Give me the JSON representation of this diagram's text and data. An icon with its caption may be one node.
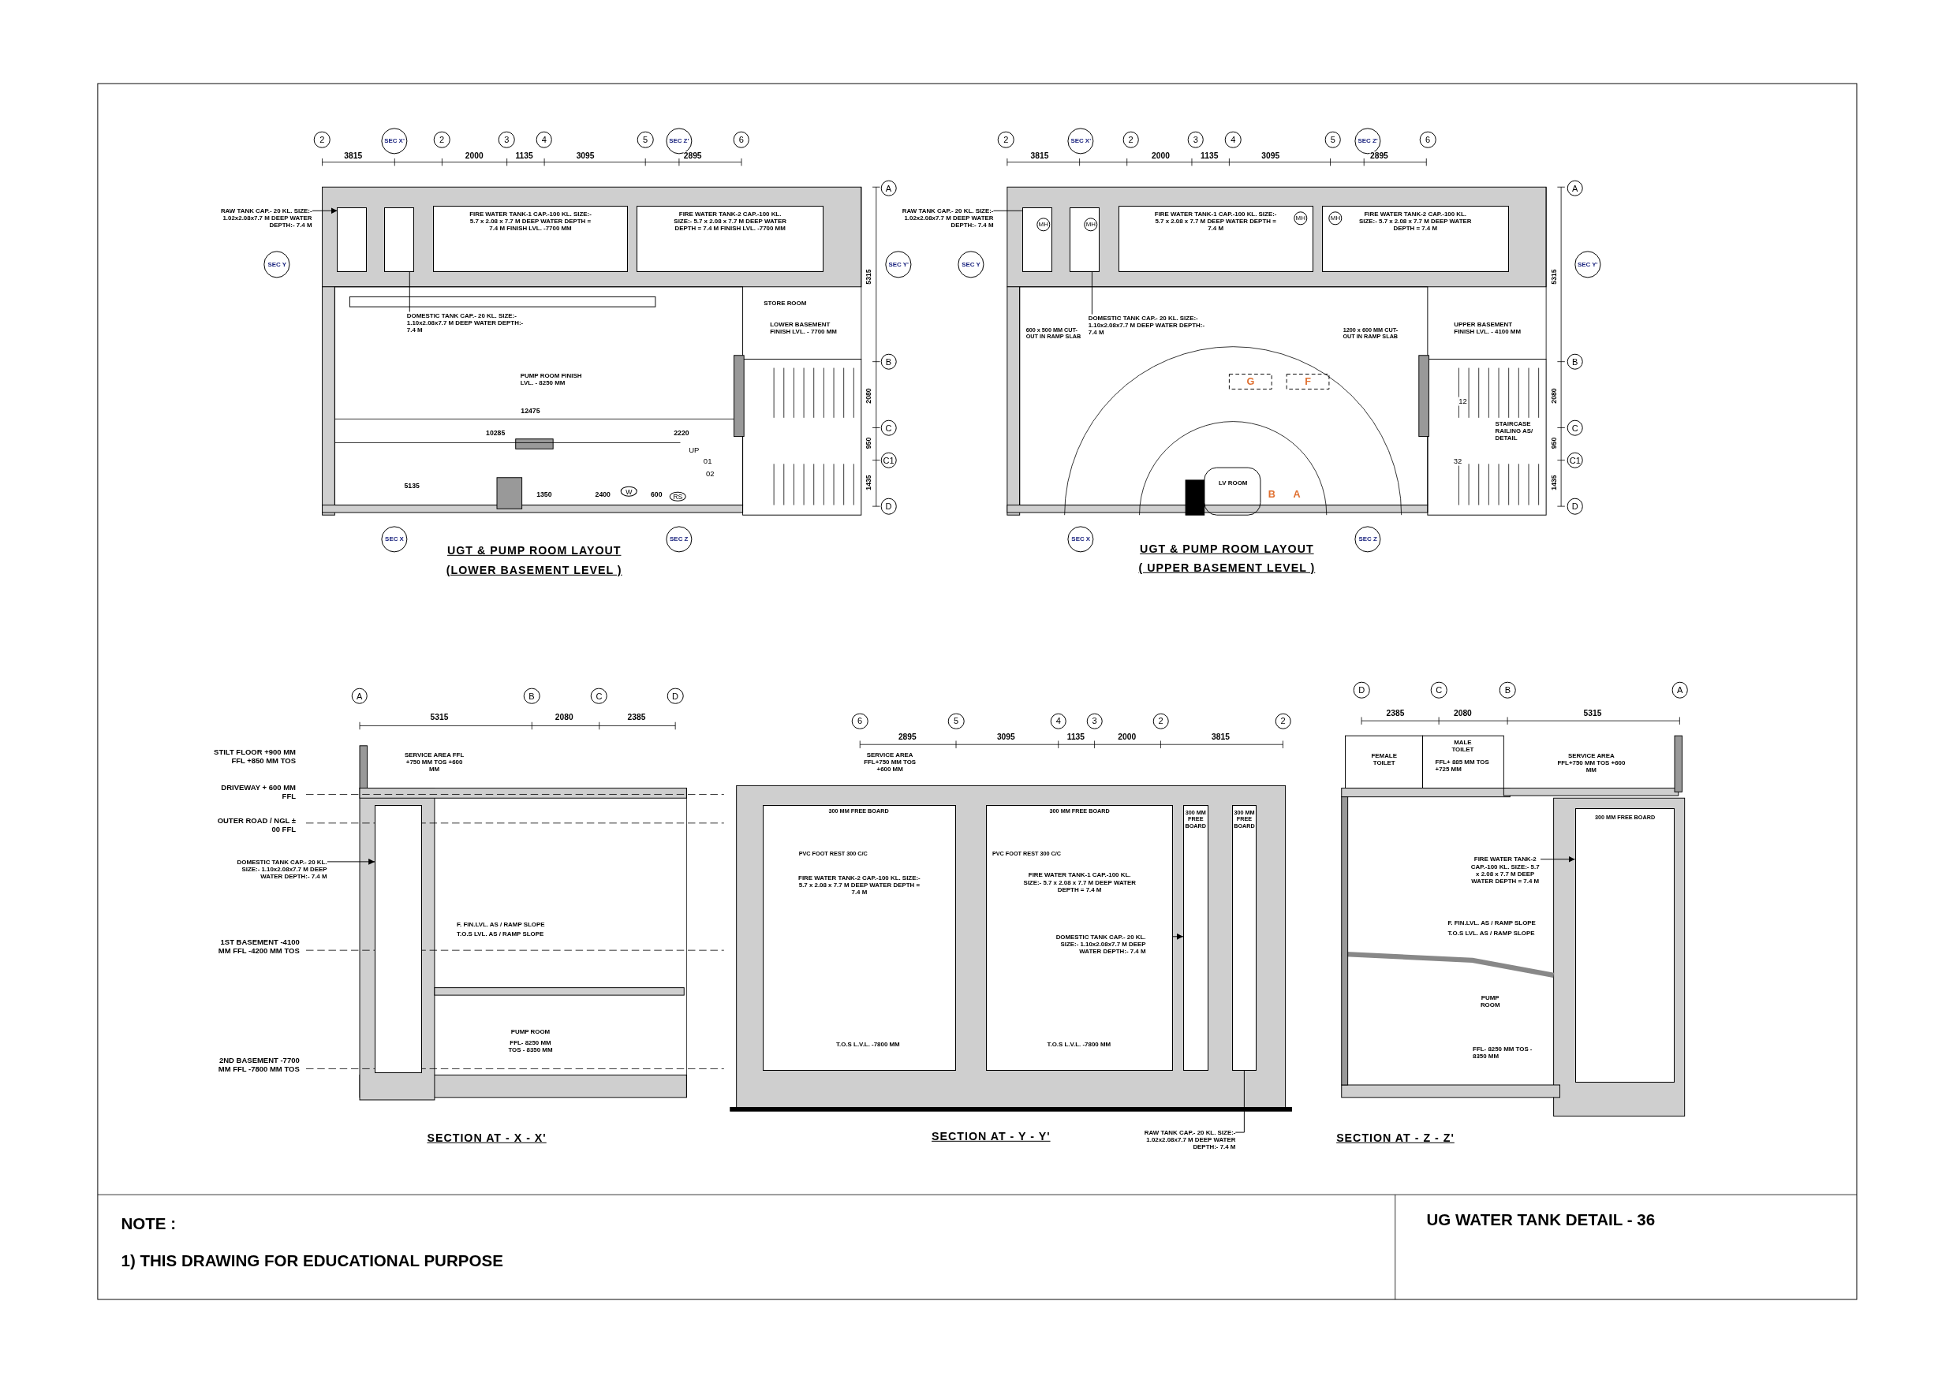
{
  "diagram": {
    "title": "UG WATER TANK DETAIL - 36",
    "nodes": [
      {
        "text": [
          "RAW TANK CAP.- 20 KL. SIZE:- 1.02x2.08x7.7 M DEEP WATER DEPTH:- 7.4 M"
        ]
      },
      {
        "text": [
          "DOMESTIC TANK CAP.- 20 KL. SIZE:- 1.10x2.08x7.7 M DEEP WATER DEPTH:- 7.4 M"
        ]
      },
      {
        "text": [
          "RAW TANK CAP.- 20 KL. SIZE:- 1.02x2.08x7.7 M DEEP WATER DEPTH:- 7.4 M"
        ]
      },
      {
        "text": [
          "DOMESTIC TANK CAP.- 20 KL. SIZE:- 1.10x2.08x7.7 M DEEP WATER DEPTH:- 7.4 M"
        ]
      },
      {
        "text": [
          "DOMESTIC TANK CAP.- 20 KL. SIZE:- 1.10x2.08x7.7 M DEEP WATER DEPTH:- 7.4 M"
        ]
      },
      {
        "text": [
          "RAW TANK CAP.- 20 KL. SIZE:- 1.02x2.08x7.7 M DEEP WATER DEPTH:- 7.4 M"
        ]
      },
      {
        "text": [
          "FIRE WATER TANK-2 CAP.-100 KL. SIZE:- 5.7 x 2.08 x 7.7 M DEEP WATER DEPTH = 7.4 M"
        ]
      },
      {
        "text": [
          "DOMESTIC TANK CAP.- 20 KL. SIZE:- 1.10x2.08x7.7 M DEEP WATER DEPTH:- 7.4 M"
        ],
        "in": 18
      },
      {
        "text": [],
        "shape": "box"
      },
      {
        "text": [],
        "shape": "box"
      },
      {
        "text": [
          "FIRE WATER TANK-1 CAP.-100 KL. SIZE:- 5.7 x 2.08 x 7.7 M DEEP WATER DEPTH = 7.4 M FINISH LVL. -7700 MM"
        ]
      },
      {
        "text": [
          "FIRE WATER TANK-2 CAP.-100 KL. SIZE:- 5.7 x 2.08 x 7.7 M DEEP WATER DEPTH = 7.4 M FINISH LVL. -7700 MM"
        ]
      },
      {
        "text": [],
        "shape": "box"
      },
      {
        "text": [],
        "shape": "box"
      },
      {
        "text": [
          "FIRE WATER TANK-1 CAP.-100 KL. SIZE:- 5.7 x 2.08 x 7.7 M DEEP WATER DEPTH = 7.4 M"
        ]
      },
      {
        "text": [
          "FIRE WATER TANK-2 CAP.-100 KL. SIZE:- 5.7 x 2.08 x 7.7 M DEEP WATER DEPTH = 7.4 M"
        ]
      },
      {
        "text": [],
        "shape": "box"
      },
      {
        "text": [
          "FIRE WATER TANK-2 CAP.-100 KL. SIZE:- 5.7 x 2.08 x 7.7 M DEEP WATER DEPTH = 7.4 M"
        ]
      },
      {
        "text": [
          "FIRE WATER TANK-1 CAP.-100 KL. SIZE:- 5.7 x 2.08 x 7.7 M DEEP WATER DEPTH = 7.4 M"
        ]
      },
      {
        "text": [],
        "shape": "box"
      },
      {
        "text": [],
        "shape": "box"
      },
      {
        "text": [],
        "shape": "box"
      }
    ],
    "edges": [
      {
        "from": 0,
        "to": 8,
        "arrow": "to"
      },
      {
        "from": 1,
        "to": 9,
        "arrow": "none"
      },
      {
        "from": 2,
        "to": 12,
        "arrow": "none"
      },
      {
        "from": 3,
        "to": 13,
        "arrow": "none"
      },
      {
        "from": 4,
        "to": 16,
        "arrow": "to"
      },
      {
        "from": 5,
        "to": 20,
        "arrow": "none"
      },
      {
        "from": 6,
        "to": 21,
        "arrow": "to"
      },
      {
        "from": 7,
        "to": 19,
        "arrow": "to"
      }
    ],
    "labels": [
      "2",
      "SEC X'",
      "2",
      "3",
      "4",
      "5",
      "SEC Z'",
      "6",
      "3815",
      "2000",
      "1135",
      "3095",
      "2895",
      "A",
      "B",
      "C",
      "C1",
      "D",
      "5315",
      "2080",
      "950",
      "1435",
      "SEC Y",
      "SEC Y'",
      "STORE ROOM",
      "LOWER BASEMENT FINISH LVL. - 7700 MM",
      "PUMP ROOM FINISH LVL. - 8250 MM",
      "12475",
      "10285",
      "5135",
      "1350",
      "2400",
      "600",
      "2220",
      "UP",
      "01",
      "02",
      "W",
      "RS",
      "SEC X",
      "SEC Z",
      "UGT & PUMP ROOM LAYOUT",
      "(LOWER BASEMENT LEVEL )",
      "2",
      "SEC X'",
      "2",
      "3",
      "4",
      "5",
      "SEC Z'",
      "6",
      "3815",
      "2000",
      "1135",
      "3095",
      "2895",
      "A",
      "B",
      "C",
      "C1",
      "D",
      "5315",
      "2080",
      "950",
      "1435",
      "SEC Y",
      "SEC Y'",
      "MH",
      "MH",
      "MH",
      "MH",
      "600 x 500 MM CUT-OUT IN RAMP SLAB",
      "1200 x 600 MM CUT-OUT IN RAMP SLAB",
      "UPPER BASEMENT FINISH LVL. - 4100 MM",
      "G",
      "F",
      "12",
      "STAIRCASE RAILING AS/ DETAIL",
      "32",
      "LV ROOM",
      "B",
      "A",
      "SEC X",
      "SEC Z",
      "UGT & PUMP ROOM LAYOUT",
      "( UPPER BASEMENT LEVEL )",
      "A",
      "B",
      "C",
      "D",
      "5315",
      "2080",
      "2385",
      "STILT FLOOR +900 MM FFL +850 MM TOS",
      "DRIVEWAY + 600 MM FFL",
      "OUTER ROAD / NGL ± 00 FFL",
      "SERVICE AREA FFL +750 MM TOS +600 MM",
      "F. FIN.LVL. AS / RAMP SLOPE",
      "T.O.S LVL. AS / RAMP SLOPE",
      "1ST BASEMENT -4100 MM FFL -4200 MM TOS",
      "2ND BASEMENT -7700 MM FFL -7800 MM TOS",
      "PUMP ROOM",
      "FFL- 8250 MM TOS - 8350 MM",
      "SECTION AT - X - X'",
      "6",
      "5",
      "4",
      "3",
      "2",
      "2",
      "2895",
      "3095",
      "1135",
      "2000",
      "3815",
      "SERVICE AREA FFL+750 MM TOS +600 MM",
      "300 MM FREE BOARD",
      "300 MM FREE BOARD",
      "300 MM FREE BOARD",
      "300 MM FREE BOARD",
      "PVC FOOT REST 300 C/C",
      "PVC FOOT REST 300 C/C",
      "T.O.S L.V.L. -7800 MM",
      "T.O.S L.V.L. -7800 MM",
      "SECTION AT - Y - Y'",
      "D",
      "C",
      "B",
      "A",
      "2385",
      "2080",
      "5315",
      "FEMALE TOILET",
      "MALE TOILET",
      "FFL+ 885 MM TOS +725 MM",
      "SERVICE AREA FFL+750 MM TOS +600 MM",
      "300 MM FREE BOARD",
      "F. FIN.LVL. AS / RAMP SLOPE",
      "T.O.S LVL. AS / RAMP SLOPE",
      "PUMP ROOM",
      "FFL- 8250 MM TOS - 8350 MM",
      "SECTION AT - Z - Z'",
      "NOTE :",
      "1) THIS DRAWING FOR EDUCATIONAL PURPOSE"
    ]
  }
}
